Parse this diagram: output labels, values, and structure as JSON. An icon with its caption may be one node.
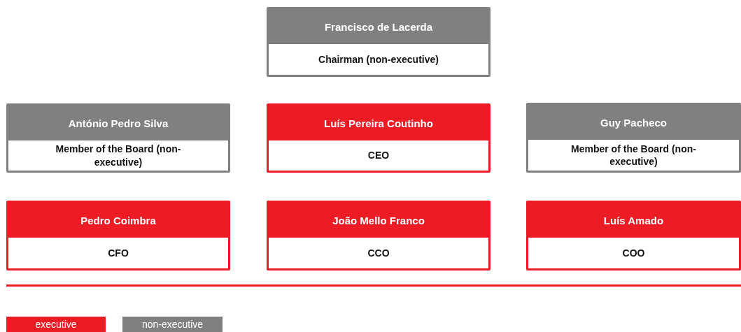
{
  "diagram": {
    "nodes": [
      {
        "text": [
          "Francisco de Lacerda",
          "Chairman (non-executive)"
        ]
      },
      {
        "text": [
          "António Pedro Silva",
          "Member of the Board (non-executive)"
        ]
      },
      {
        "text": [
          "Luís Pereira Coutinho",
          "CEO"
        ]
      },
      {
        "text": [
          "Guy Pacheco",
          "Member of the Board (non-executive)"
        ]
      },
      {
        "text": [
          "Pedro Coimbra",
          "CFO"
        ]
      },
      {
        "text": [
          "João Mello Franco",
          "CCO"
        ]
      },
      {
        "text": [
          "Luís Amado",
          "COO"
        ]
      }
    ],
    "edges": [],
    "legend": [
      {
        "text": "executive",
        "color": "#ed1c24"
      },
      {
        "text": "non-executive",
        "color": "#808080"
      }
    ]
  }
}
